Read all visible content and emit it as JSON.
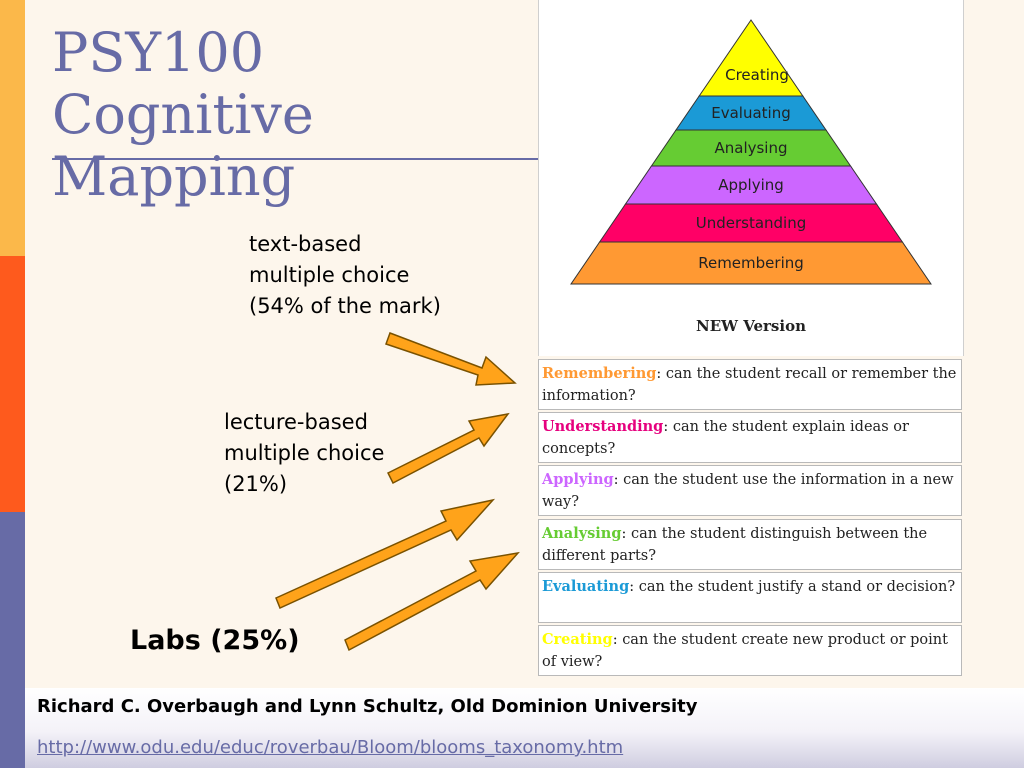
{
  "slide": {
    "title_lines": [
      "PSY100 Cognitive",
      "Mapping"
    ]
  },
  "labels": {
    "text_based": [
      "text-based",
      "multiple choice",
      "(54% of the mark)"
    ],
    "lecture_based": [
      "lecture-based",
      "multiple choice",
      "(21%)"
    ],
    "labs": "Labs (25%)"
  },
  "pyramid": {
    "levels": [
      {
        "name": "Creating",
        "color": "#ffff00"
      },
      {
        "name": "Evaluating",
        "color": "#1b9ad6"
      },
      {
        "name": "Analysing",
        "color": "#66cc33"
      },
      {
        "name": "Applying",
        "color": "#cc66ff"
      },
      {
        "name": "Understanding",
        "color": "#ff0066"
      },
      {
        "name": "Remembering",
        "color": "#ff9933"
      }
    ],
    "caption": "NEW Version"
  },
  "definitions": [
    {
      "term": "Remembering",
      "color": "#ff9933",
      "text": "can the student recall or remember the information?"
    },
    {
      "term": "Understanding",
      "color": "#e6007e",
      "text": "can the student explain ideas or concepts?"
    },
    {
      "term": "Applying",
      "color": "#cc66ff",
      "text": "can the student use the information in a new way?"
    },
    {
      "term": "Analysing",
      "color": "#66cc33",
      "text": "can the student distinguish between the different parts?"
    },
    {
      "term": "Evaluating",
      "color": "#1b9ad6",
      "text": "can the student justify a stand or decision?"
    },
    {
      "term": "Creating",
      "color": "#ffff00",
      "text": "can the student create new product or point of view?"
    }
  ],
  "footer": {
    "credit": "Richard C. Overbaugh and Lynn Schultz, Old Dominion University",
    "url": "http://www.odu.edu/educ/roverbau/Bloom/blooms_taxonomy.htm"
  },
  "colors": {
    "accent": "#676ba6",
    "band_top": "#fbb84a",
    "band_middle": "#fe5a1d",
    "band_bottom": "#676ba6",
    "arrow_fill": "#ffa31a",
    "arrow_stroke": "#7a5200"
  }
}
